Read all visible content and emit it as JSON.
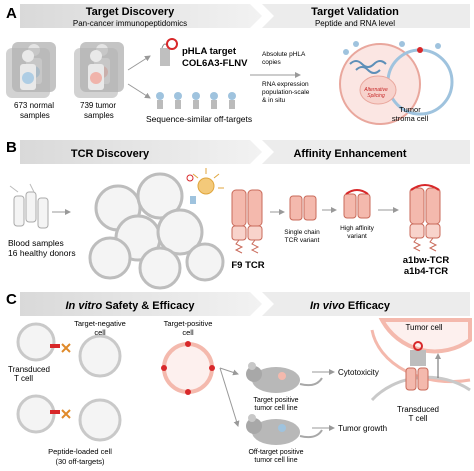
{
  "panelA": {
    "letter": "A",
    "header_left": "Target Discovery",
    "sub_left": "Pan-cancer immunopeptidomics",
    "header_right": "Target Validation",
    "sub_right": "Peptide and RNA level",
    "normal_label_1": "673 normal",
    "normal_label_2": "samples",
    "tumor_label_1": "739 tumor",
    "tumor_label_2": "samples",
    "target_label_1": "pHLA target",
    "target_label_2": "COL6A3-FLNV",
    "offtarget_label": "Sequence-similar off-targets",
    "absolute_1": "Absolute pHLA",
    "absolute_2": "copies",
    "rna_1": "RNA expression",
    "rna_2": "population-scale",
    "rna_3": "& in situ",
    "splicing_1": "Alternative",
    "splicing_2": "Splicing",
    "tumor_stroma_1": "Tumor",
    "tumor_stroma_2": "stroma cell"
  },
  "panelB": {
    "letter": "B",
    "header_left": "TCR Discovery",
    "header_right": "Affinity Enhancement",
    "blood_1": "Blood samples",
    "blood_2": "16 healthy donors",
    "f9": "F9 TCR",
    "single_1": "Single chain",
    "single_2": "TCR variant",
    "high_1": "High affinity",
    "high_2": "variant",
    "a1bw": "a1bw-TCR",
    "a1b4": "a1b4-TCR"
  },
  "panelC": {
    "letter": "C",
    "header_left_italic": "In vitro",
    "header_left_rest": " Safety & Efficacy",
    "header_right_italic": "In vivo",
    "header_right_rest": " Efficacy",
    "target_negative_1": "Target-negative",
    "target_negative_2": "cell",
    "target_positive_1": "Target-positive",
    "target_positive_2": "cell",
    "transduced_1": "Transduced",
    "transduced_2": "T cell",
    "peptide_1": "Peptide-loaded cell",
    "peptide_2": "(30 off-targets)",
    "tumor_cell": "Tumor cell",
    "cytotoxicity": "Cytotoxicity",
    "tp_line_1": "Target positive",
    "tp_line_2": "tumor cell line",
    "ot_line_1": "Off-target positive",
    "ot_line_2": "tumor cell line",
    "tumor_growth": "Tumor growth",
    "transduced_tcell_1": "Transduced",
    "transduced_tcell_2": "T cell"
  },
  "colors": {
    "banner": "#e8e8e8",
    "banner_dark": "#d8d8d8",
    "accent_red": "#d8282a",
    "tcr_pink": "#f4b9ad",
    "tcr_stroke": "#c96a5a",
    "cell_blue": "#cfe3f0",
    "cell_grey": "#c9c9c9"
  }
}
